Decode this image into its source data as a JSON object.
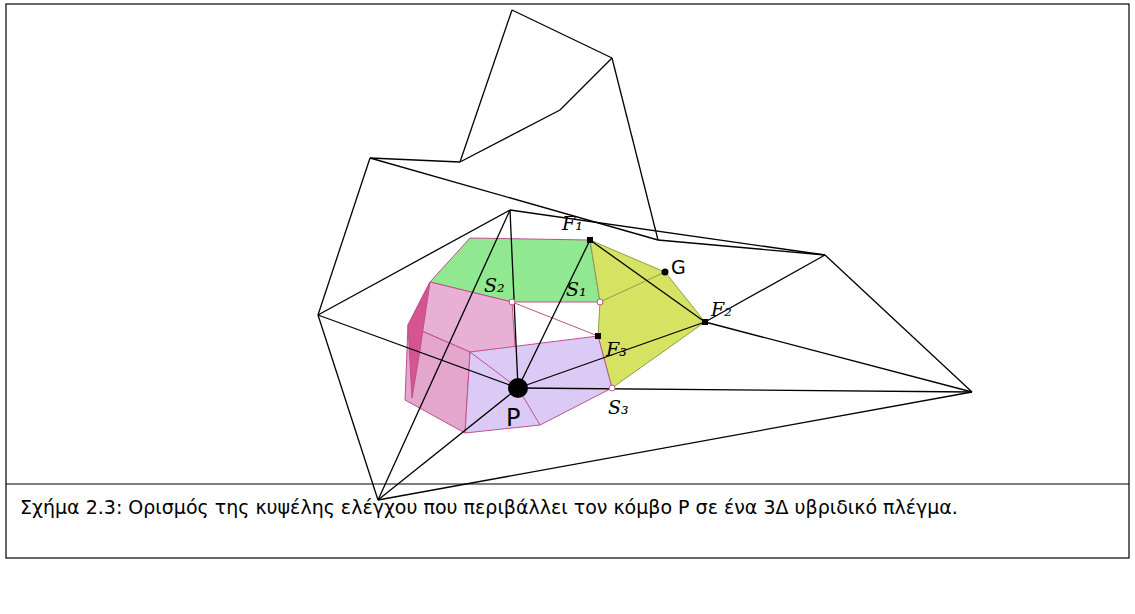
{
  "diagram": {
    "caption": "Σχήμα 2.3: Ορισμός της κυψέλης ελέγχου που περιβάλλει τον κόμβο P σε ένα 3Δ υβριδικό πλέγμα.",
    "labels": [
      "F₁",
      "G",
      "S₂",
      "S₁",
      "F₂",
      "F₃",
      "P",
      "S₃"
    ]
  }
}
